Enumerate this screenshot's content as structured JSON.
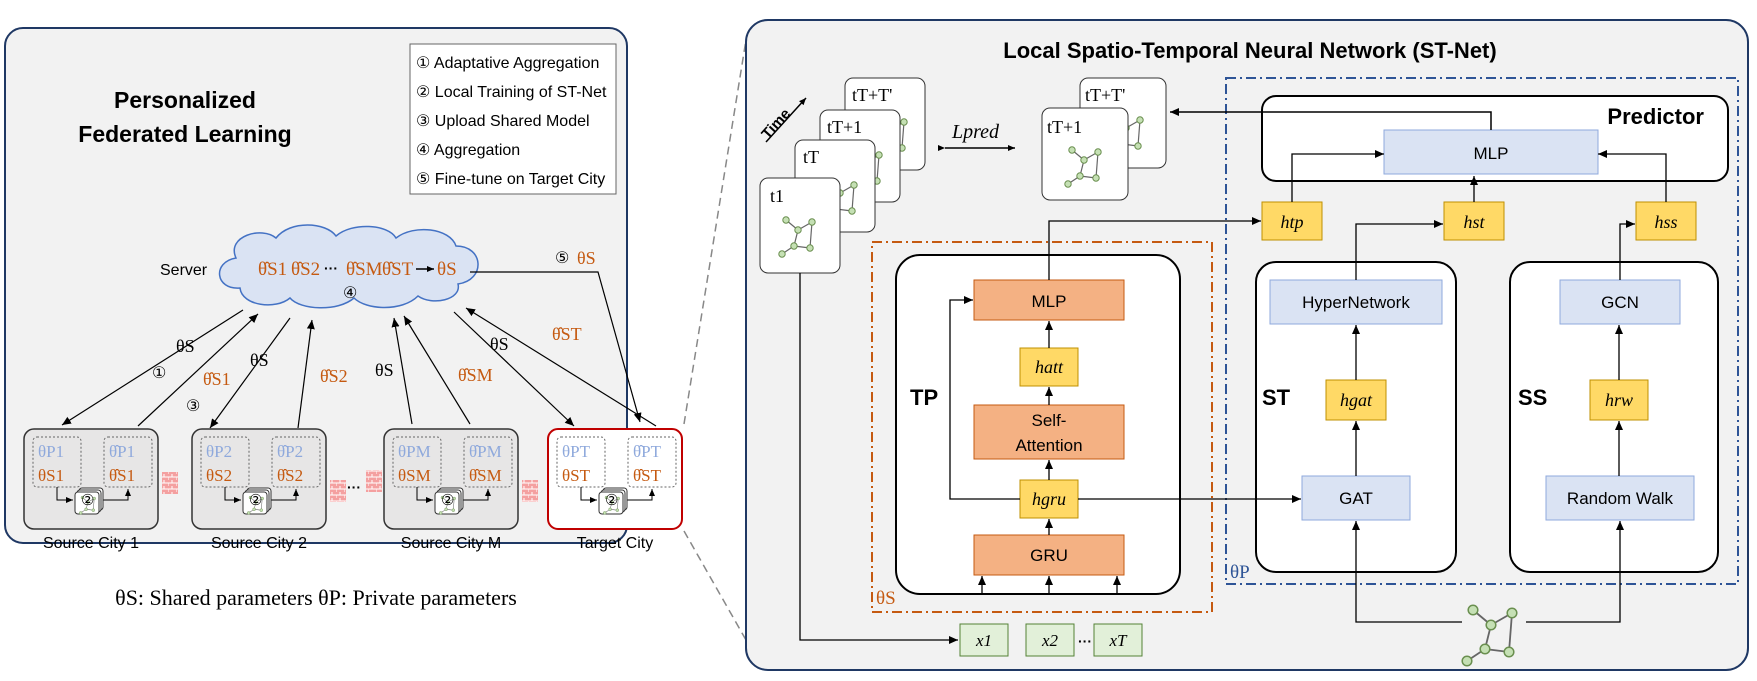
{
  "left_panel": {
    "title_line1": "Personalized",
    "title_line2": "Federated Learning",
    "legend": [
      "① Adaptative Aggregation",
      "② Local Training of ST-Net",
      "③ Upload Shared Model",
      "④ Aggregation",
      "⑤ Fine-tune on Target City"
    ],
    "server_label": "Server",
    "server_params": [
      "θ̂S1",
      "θ̂S2",
      "···",
      "θ̂SM",
      "θ̂ST"
    ],
    "server_output": "θS",
    "server_step": "④",
    "arrow_labels": {
      "theta_s": "θS",
      "step1": "①",
      "step3": "③",
      "step5": "⑤",
      "theta_hat_s1": "θ̂S1",
      "theta_hat_s2": "θ̂S2",
      "theta_hat_sm": "θ̂SM",
      "theta_hat_st": "θ̂ST"
    },
    "cities": [
      {
        "name": "Source City 1",
        "p": "θP1",
        "s": "θS1",
        "hp": "θ̂P1",
        "hs": "θ̂S1"
      },
      {
        "name": "Source City 2",
        "p": "θP2",
        "s": "θS2",
        "hp": "θ̂P2",
        "hs": "θ̂S2"
      },
      {
        "name": "Source City M",
        "p": "θPM",
        "s": "θSM",
        "hp": "θ̂PM",
        "hs": "θ̂SM"
      },
      {
        "name": "Target City",
        "p": "θPT",
        "s": "θST",
        "hp": "θ̂PT",
        "hs": "θ̂ST"
      }
    ],
    "city_step": "②",
    "footnote": "θS: Shared parameters  θP: Private parameters"
  },
  "right_panel": {
    "title": "Local Spatio-Temporal Neural Network (ST-Net)",
    "time_label": "Time",
    "input_frames": [
      "t1",
      "tT",
      "tT+1",
      "tT+T'"
    ],
    "loss_label": "Lpred",
    "pred_frames": [
      "tT+1",
      "tT+T'"
    ],
    "predictor": {
      "title": "Predictor",
      "mlp": "MLP"
    },
    "h_tp": "htp",
    "h_st": "hst",
    "h_ss": "hss",
    "tp": {
      "label": "TP",
      "mlp": "MLP",
      "h_att": "hatt",
      "self_attention_1": "Self-",
      "self_attention_2": "Attention",
      "h_gru": "hgru",
      "gru": "GRU"
    },
    "st": {
      "label": "ST",
      "hypernetwork": "HyperNetwork",
      "h_gat": "hgat",
      "gat": "GAT"
    },
    "ss": {
      "label": "SS",
      "gcn": "GCN",
      "h_rw": "hrw",
      "random_walk": "Random Walk"
    },
    "theta_s_label": "θS",
    "theta_p_label": "θP",
    "inputs": [
      "x1",
      "x2",
      "···",
      "xT"
    ]
  },
  "colors": {
    "orange_box": "#f4b183",
    "yellow_box": "#ffd966",
    "blue_box": "#dae3f3",
    "green_box": "#e2f0d9",
    "shared_dashed": "#c55a11",
    "private_dashed": "#2f5597",
    "target_border": "#c00000",
    "panel_bg": "#f2f2f2"
  }
}
